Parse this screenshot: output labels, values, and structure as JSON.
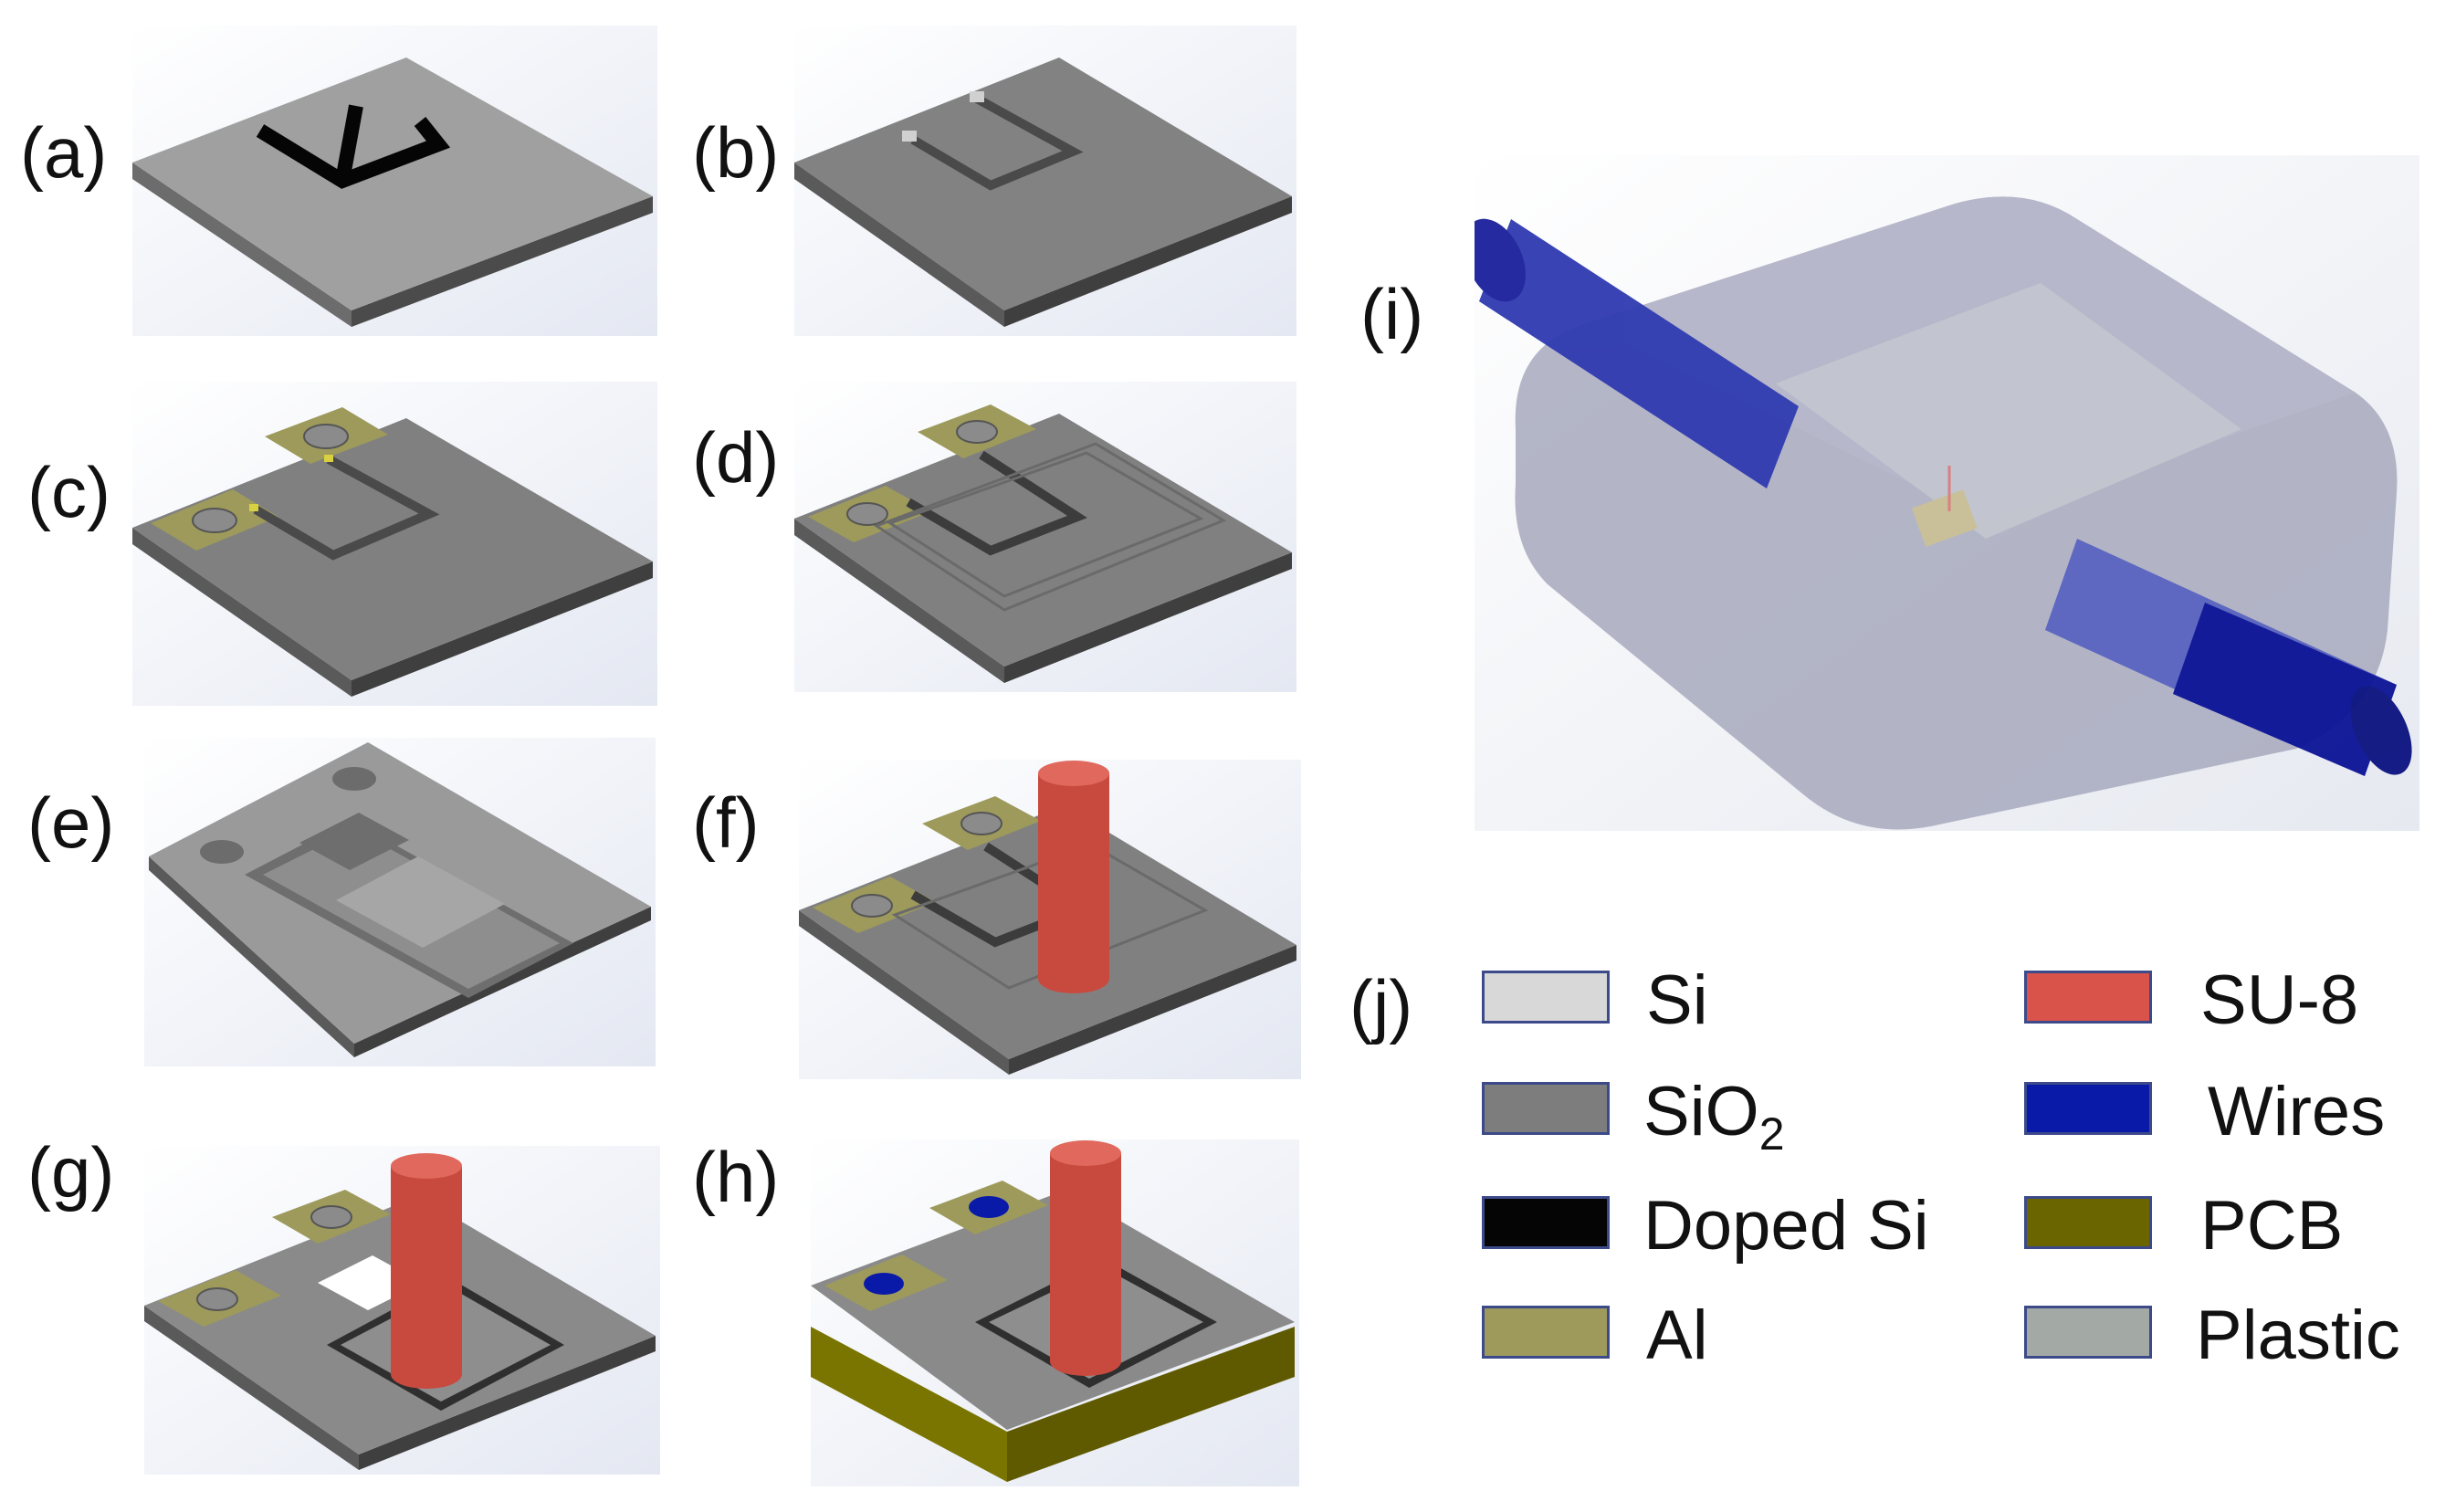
{
  "panels": [
    {
      "id": "a",
      "label": "(a)"
    },
    {
      "id": "b",
      "label": "(b)"
    },
    {
      "id": "c",
      "label": "(c)"
    },
    {
      "id": "d",
      "label": "(d)"
    },
    {
      "id": "e",
      "label": "(e)"
    },
    {
      "id": "f",
      "label": "(f)"
    },
    {
      "id": "g",
      "label": "(g)"
    },
    {
      "id": "h",
      "label": "(h)"
    },
    {
      "id": "i",
      "label": "(i)"
    },
    {
      "id": "j",
      "label": "(j)"
    }
  ],
  "legend": {
    "items": [
      {
        "label": "Si",
        "color": "#d8d8d8"
      },
      {
        "label": "SiO",
        "sub": "2",
        "color": "#7d7d7d"
      },
      {
        "label": "Doped Si",
        "color": "#050505"
      },
      {
        "label": "Al",
        "color": "#9d9a5c"
      },
      {
        "label": "SU-8",
        "color": "#d9534a"
      },
      {
        "label": "Wires",
        "color": "#0a1aa8"
      },
      {
        "label": "PCB",
        "color": "#6b6500"
      },
      {
        "label": "Plastic",
        "color": "#a3aaa5"
      }
    ]
  }
}
